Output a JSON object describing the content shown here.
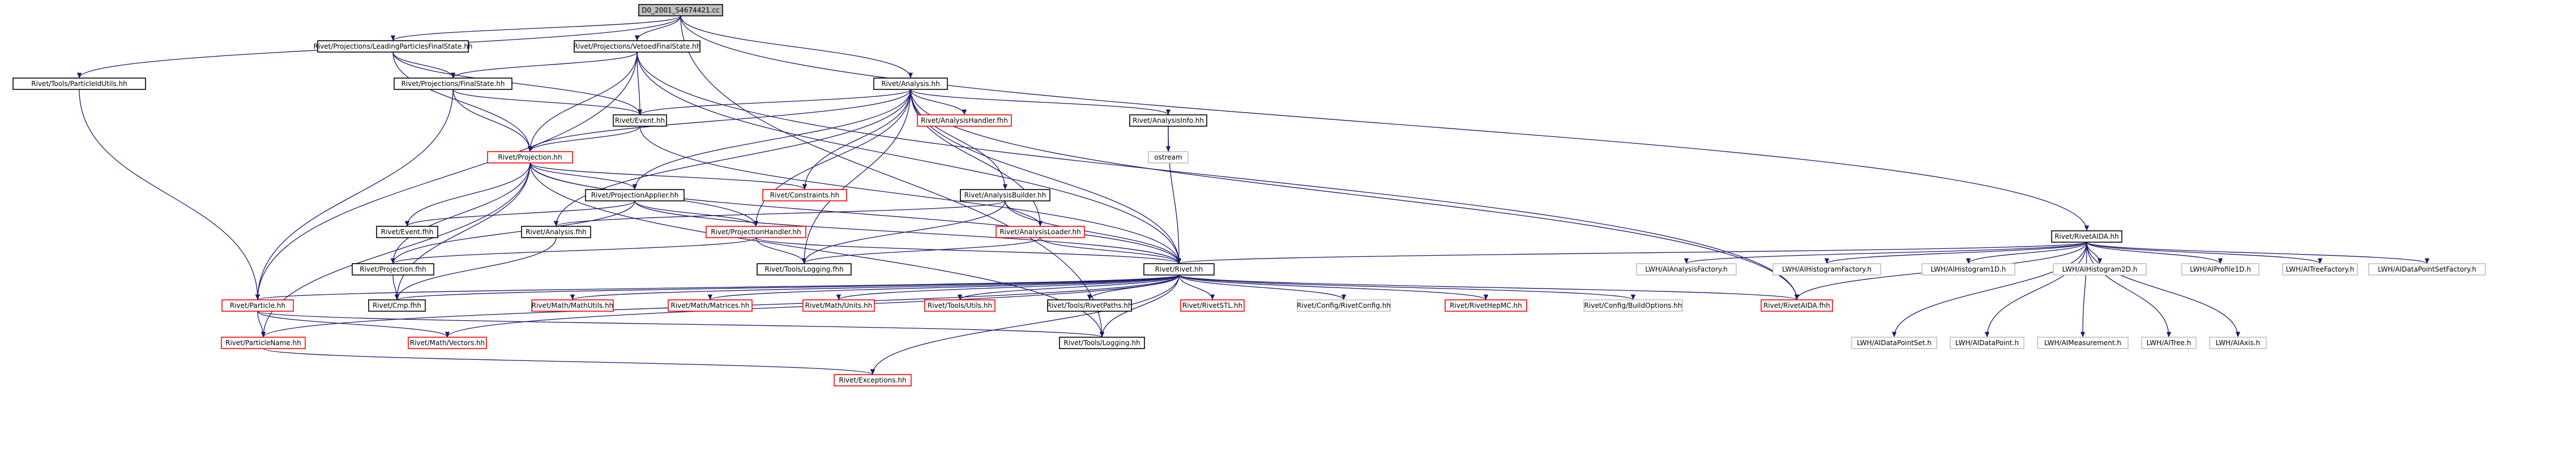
{
  "colors": {
    "edge": "#191970",
    "root_fill": "#bfbfbf",
    "documented_border": "#000000",
    "undocumented_border": "#ff0000",
    "external_border": "#bfbfbf"
  },
  "nodes": {
    "root": "D0_2001_S4674421.cc",
    "leadingparticles": "Rivet/Projections/LeadingParticlesFinalState.hh",
    "vetoedfs": "Rivet/Projections/VetoedFinalState.hh",
    "particleidutils": "Rivet/Tools/ParticleIdUtils.hh",
    "analysis": "Rivet/Analysis.hh",
    "rivetaida": "Rivet/RivetAIDA.hh",
    "finalstate": "Rivet/Projections/FinalState.hh",
    "event": "Rivet/Event.hh",
    "analysishandler_fhh": "Rivet/AnalysisHandler.fhh",
    "analysisinfo": "Rivet/AnalysisInfo.hh",
    "projection": "Rivet/Projection.hh",
    "cstream": "ostream",
    "projectionapplier": "Rivet/ProjectionApplier.hh",
    "constraints": "Rivet/Constraints.hh",
    "analysisbuilder": "Rivet/AnalysisBuilder.hh",
    "event_fhh": "Rivet/Event.fhh",
    "analysis_fhh": "Rivet/Analysis.fhh",
    "projectionhandler": "Rivet/ProjectionHandler.hh",
    "analysisloader": "Rivet/AnalysisLoader.hh",
    "projection_fhh": "Rivet/Projection.fhh",
    "toolslogging_fhh": "Rivet/Tools/Logging.fhh",
    "rivet": "Rivet/Rivet.hh",
    "cmp_fhh": "Rivet/Cmp.fhh",
    "particle": "Rivet/Particle.hh",
    "mathutils": "Rivet/Math/MathUtils.hh",
    "matrices": "Rivet/Math/Matrices.hh",
    "units": "Rivet/Math/Units.hh",
    "toolsutils": "Rivet/Tools/Utils.hh",
    "rivetpaths": "Rivet/Tools/RivetPaths.hh",
    "rivetstl": "Rivet/RivetSTL.hh",
    "rivetconfig": "Rivet/Config/RivetConfig.hh",
    "rivethepmc": "Rivet/RivetHepMC.hh",
    "buildoptions": "Rivet/Config/BuildOptions.hh",
    "rivetaida_fhh": "Rivet/RivetAIDA.fhh",
    "particlename": "Rivet/ParticleName.hh",
    "vectors": "Rivet/Math/Vectors.hh",
    "toolslogging": "Rivet/Tools/Logging.hh",
    "exceptions": "Rivet/Exceptions.hh",
    "lwh_analysisfactory": "LWH/AIAnalysisFactory.h",
    "lwh_histogramfactory": "LWH/AIHistogramFactory.h",
    "lwh_histogram1d": "LWH/AIHistogram1D.h",
    "lwh_histogram2d": "LWH/AIHistogram2D.h",
    "lwh_profile1d": "LWH/AIProfile1D.h",
    "lwh_treefactory": "LWH/AITreeFactory.h",
    "lwh_datapointsetfactory": "LWH/AIDataPointSetFactory.h",
    "lwh_datapointset": "LWH/AIDataPointSet.h",
    "lwh_datapoint": "LWH/AIDataPoint.h",
    "lwh_measurement": "LWH/AIMeasurement.h",
    "lwh_tree": "LWH/AITree.h",
    "lwh_axis": "LWH/AIAxis.h"
  }
}
